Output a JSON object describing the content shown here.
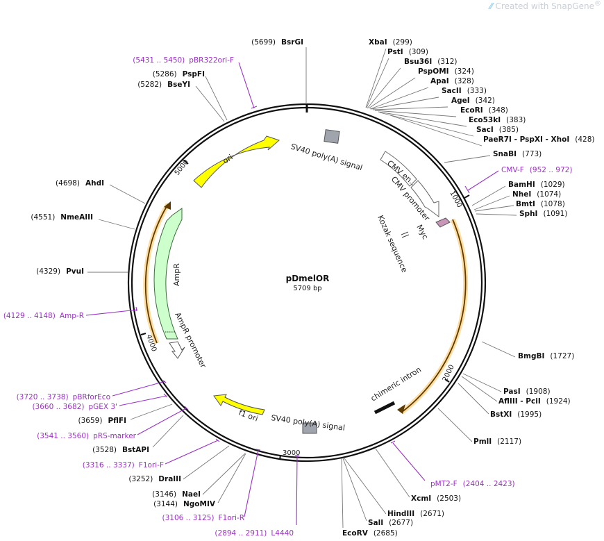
{
  "watermark": {
    "prefix": "Created with ",
    "brand": "SnapGene",
    "mark": "®"
  },
  "plasmid": {
    "name": "pDmelOR",
    "size": "5709 bp"
  },
  "ticks": [
    "1000",
    "2000",
    "3000",
    "4000",
    "5000"
  ],
  "enzymes_right": [
    {
      "name": "XbaI",
      "pos": "(299)"
    },
    {
      "name": "PstI",
      "pos": "(309)"
    },
    {
      "name": "Bsu36I",
      "pos": "(312)"
    },
    {
      "name": "PspOMI",
      "pos": "(324)"
    },
    {
      "name": "ApaI",
      "pos": "(328)"
    },
    {
      "name": "SacII",
      "pos": "(333)"
    },
    {
      "name": "AgeI",
      "pos": "(342)"
    },
    {
      "name": "EcoRI",
      "pos": "(348)"
    },
    {
      "name": "Eco53kI",
      "pos": "(383)"
    },
    {
      "name": "SacI",
      "pos": "(385)"
    },
    {
      "name": "PaeR7I - PspXI - XhoI",
      "pos": "(428)"
    },
    {
      "name": "SnaBI",
      "pos": "(773)"
    },
    {
      "name": "BamHI",
      "pos": "(1029)"
    },
    {
      "name": "NheI",
      "pos": "(1074)"
    },
    {
      "name": "BmtI",
      "pos": "(1078)"
    },
    {
      "name": "SphI",
      "pos": "(1091)"
    },
    {
      "name": "BmgBI",
      "pos": "(1727)"
    },
    {
      "name": "PasI",
      "pos": "(1908)"
    },
    {
      "name": "AflIII - PciI",
      "pos": "(1924)"
    },
    {
      "name": "BstXI",
      "pos": "(1995)"
    },
    {
      "name": "PmlI",
      "pos": "(2117)"
    },
    {
      "name": "XcmI",
      "pos": "(2503)"
    },
    {
      "name": "HindIII",
      "pos": "(2671)"
    },
    {
      "name": "SalI",
      "pos": "(2677)"
    },
    {
      "name": "EcoRV",
      "pos": "(2685)"
    }
  ],
  "enzymes_left": [
    {
      "name": "BsrGI",
      "pos": "(5699)"
    },
    {
      "name": "PspFI",
      "pos": "(5286)"
    },
    {
      "name": "BseYI",
      "pos": "(5282)"
    },
    {
      "name": "AhdI",
      "pos": "(4698)"
    },
    {
      "name": "NmeAIII",
      "pos": "(4551)"
    },
    {
      "name": "PvuI",
      "pos": "(4329)"
    },
    {
      "name": "PflFI",
      "pos": "(3659)"
    },
    {
      "name": "BstAPI",
      "pos": "(3528)"
    },
    {
      "name": "DraIII",
      "pos": "(3252)"
    },
    {
      "name": "NaeI",
      "pos": "(3146)"
    },
    {
      "name": "NgoMIV",
      "pos": "(3144)"
    }
  ],
  "primers": [
    {
      "name": "pBR322ori-F",
      "range": "(5431 .. 5450)"
    },
    {
      "name": "CMV-F",
      "range": "(952 .. 972)"
    },
    {
      "name": "Amp-R",
      "range": "(4129 .. 4148)"
    },
    {
      "name": "pBRforEco",
      "range": "(3720 .. 3738)"
    },
    {
      "name": "pGEX 3'",
      "range": "(3660 .. 3682)"
    },
    {
      "name": "pRS-marker",
      "range": "(3541 .. 3560)"
    },
    {
      "name": "F1ori-F",
      "range": "(3316 .. 3337)"
    },
    {
      "name": "F1ori-R",
      "range": "(3106 .. 3125)"
    },
    {
      "name": "L4440",
      "range": "(2894 .. 2911)"
    },
    {
      "name": "pMT2-F",
      "range": "(2404 .. 2423)"
    }
  ],
  "features": {
    "ori": "ori",
    "sv40_top": "SV40 poly(A) signal",
    "cmv_enhancer": "CMV en...",
    "cmv_promoter": "CMV promoter",
    "myc": "Myc",
    "kozak": "Kozak sequence",
    "chimeric_intron": "chimeric intron",
    "sv40_bottom": "SV40 poly(A) signal",
    "f1_ori": "f1 ori",
    "ampr": "AmpR",
    "ampr_promoter": "AmpR promoter"
  },
  "colors": {
    "ring": "#111111",
    "ori": "#ffff00",
    "ampr": "#ccffcc",
    "orf": "#f5a623",
    "primer": "#9b30c8",
    "polya": "#a0a4ac",
    "myc": "#c996b8"
  }
}
